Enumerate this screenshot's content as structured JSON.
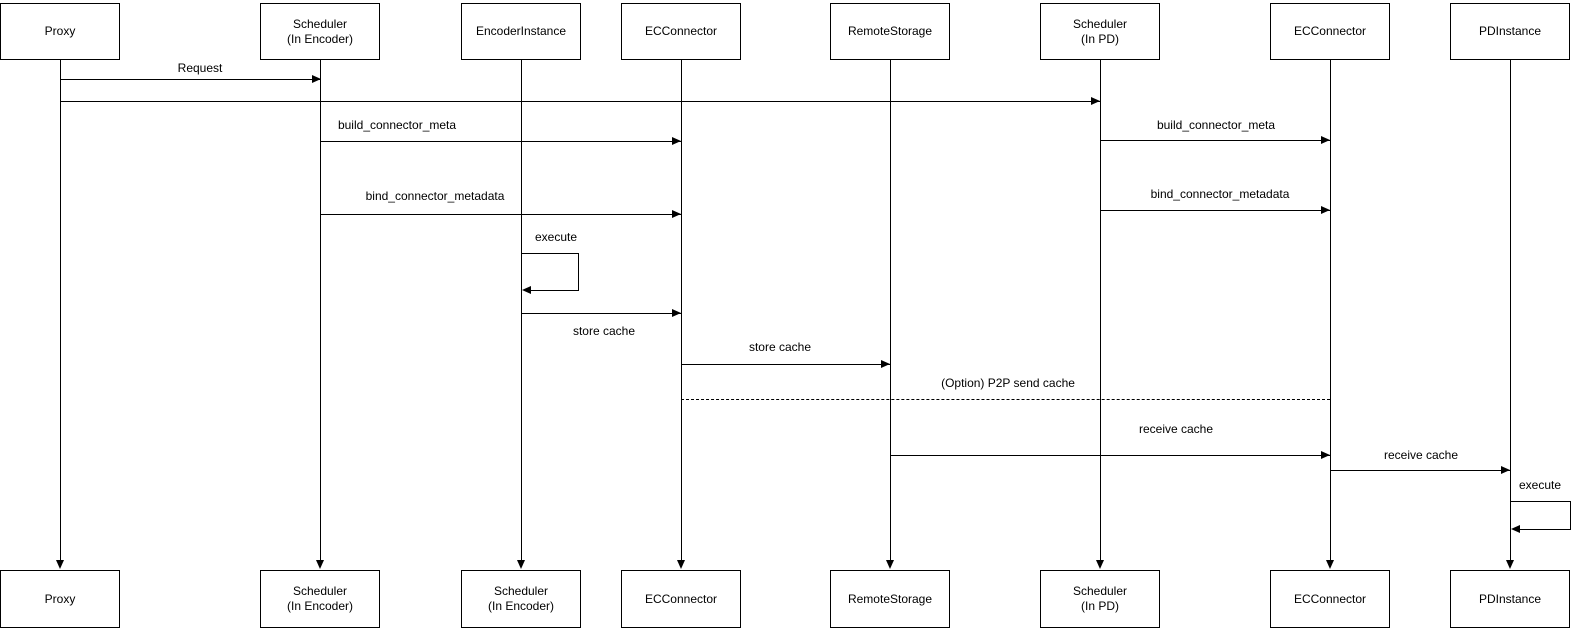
{
  "actors_top": [
    {
      "label": "Proxy"
    },
    {
      "label": "Scheduler\n(In Encoder)"
    },
    {
      "label": "EncoderInstance"
    },
    {
      "label": "ECConnector"
    },
    {
      "label": "RemoteStorage"
    },
    {
      "label": "Scheduler\n(In PD)"
    },
    {
      "label": "ECConnector"
    },
    {
      "label": "PDInstance"
    }
  ],
  "actors_bottom": [
    {
      "label": "Proxy"
    },
    {
      "label": "Scheduler\n(In Encoder)"
    },
    {
      "label": "Scheduler\n(In Encoder)"
    },
    {
      "label": "ECConnector"
    },
    {
      "label": "RemoteStorage"
    },
    {
      "label": "Scheduler\n(In PD)"
    },
    {
      "label": "ECConnector"
    },
    {
      "label": "PDInstance"
    }
  ],
  "messages": {
    "request": "Request",
    "build_connector_meta_encoder": "build_connector_meta",
    "bind_connector_metadata_encoder": "bind_connector_metadata",
    "execute_encoder": "execute",
    "store_cache_to_ecconnector": "store cache",
    "store_cache_to_remote": "store cache",
    "p2p_send_cache": "(Option) P2P send cache",
    "receive_cache_to_ecconnector": "receive cache",
    "receive_cache_to_pd": "receive cache",
    "build_connector_meta_pd": "build_connector_meta",
    "bind_connector_metadata_pd": "bind_connector_metadata",
    "execute_pd": "execute"
  },
  "colors": {
    "line": "#000000",
    "background": "#ffffff",
    "text": "#000000"
  }
}
